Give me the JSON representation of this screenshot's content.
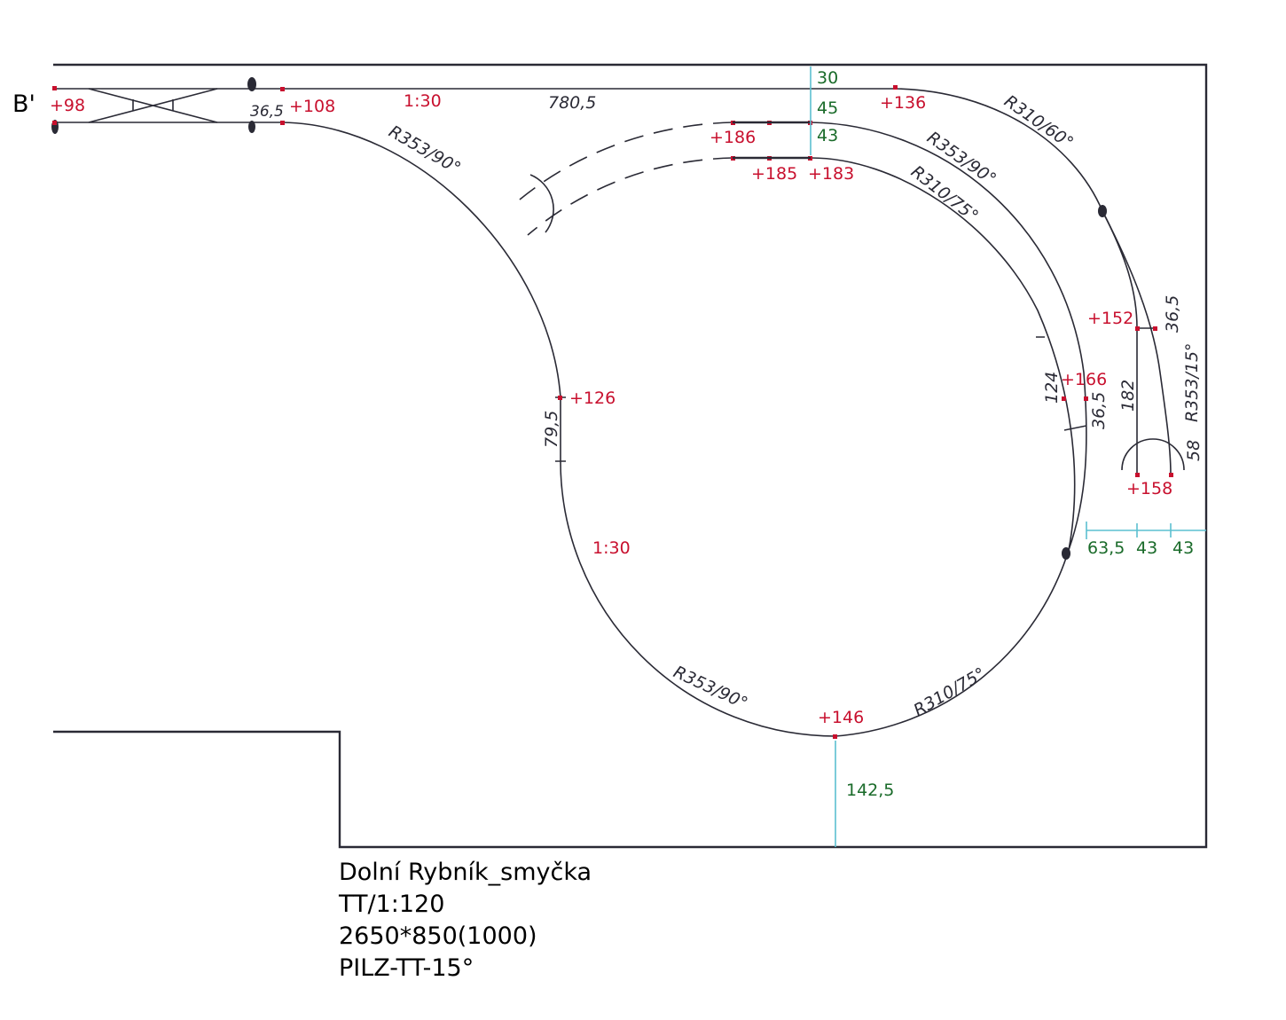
{
  "section_label": "B'",
  "caption": {
    "line1": "Dolní Rybník_smyčka",
    "line2": "TT/1:120",
    "line3": "2650*850(1000)",
    "line4": "PILZ-TT-15°"
  },
  "heights": {
    "h98": "+98",
    "h108": "+108",
    "h136": "+136",
    "h186": "+186",
    "h185": "+185",
    "h183": "+183",
    "h126": "+126",
    "h146": "+146",
    "h152": "+152",
    "h166": "+166",
    "h158": "+158"
  },
  "gradients": {
    "top": "1:30",
    "loop": "1:30"
  },
  "track_labels": {
    "len_36_5_top": "36,5",
    "len_780_5": "780,5",
    "r353_90_a": "R353/90°",
    "r310_60": "R310/60°",
    "r353_90_b": "R353/90°",
    "r310_75_a": "R310/75°",
    "len_79_5": "79,5",
    "r353_90_c": "R353/90°",
    "r310_75_b": "R310/75°",
    "len_124": "124",
    "len_36_5_mid": "36,5",
    "len_182": "182",
    "len_36_5_right": "36,5",
    "r353_15": "R353/15°",
    "len_58": "58"
  },
  "dimensions": {
    "d30": "30",
    "d45": "45",
    "d43_top": "43",
    "d63_5": "63,5",
    "d43_a": "43",
    "d43_b": "43",
    "d142_5": "142,5"
  },
  "colors": {
    "height": "#c8102e",
    "dimension": "#1a6b2a",
    "dimline": "#5bc0d0",
    "track": "#2a2a35"
  }
}
